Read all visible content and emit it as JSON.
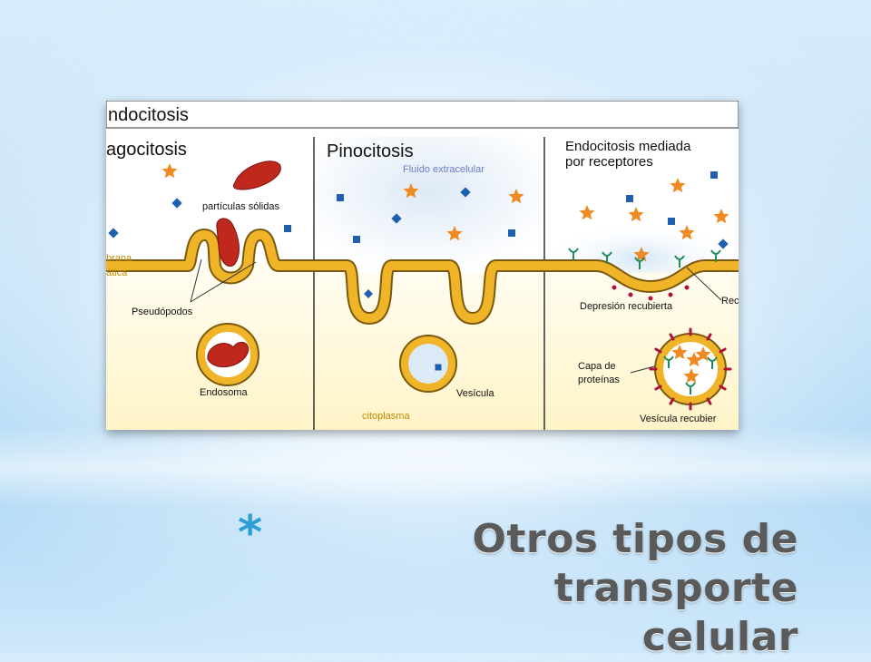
{
  "diagram": {
    "header": "ndocitosis",
    "panels": [
      {
        "title": "agocitosis",
        "labels": {
          "particles": "partículas sólidas",
          "membrane1": "brana",
          "membrane2": "ática",
          "pseudopods": "Pseudópodos",
          "endosome": "Endosoma"
        }
      },
      {
        "title": "Pinocitosis",
        "labels": {
          "fluid": "Fluido extracelular",
          "vesicle": "Vesícula",
          "cytoplasm": "citoplasma"
        }
      },
      {
        "title1": "Endocitosis mediada",
        "title2": "por receptores",
        "labels": {
          "pit": "Depresión recubierta",
          "receptor": "Rec",
          "protein1": "Capa de",
          "protein2": "proteínas",
          "coated_vesicle": "Vesícula recubier"
        }
      }
    ],
    "colors": {
      "membrane": "#f0b429",
      "membrane_edge": "#7a5a10",
      "particle": "#c0281e",
      "star": "#f08a22",
      "dot": "#1f5fb0",
      "cytoplasm": "#fff8d8"
    }
  },
  "slide": {
    "bullet": "*",
    "title_line1": "Otros tipos de transporte",
    "title_line2": "celular"
  }
}
